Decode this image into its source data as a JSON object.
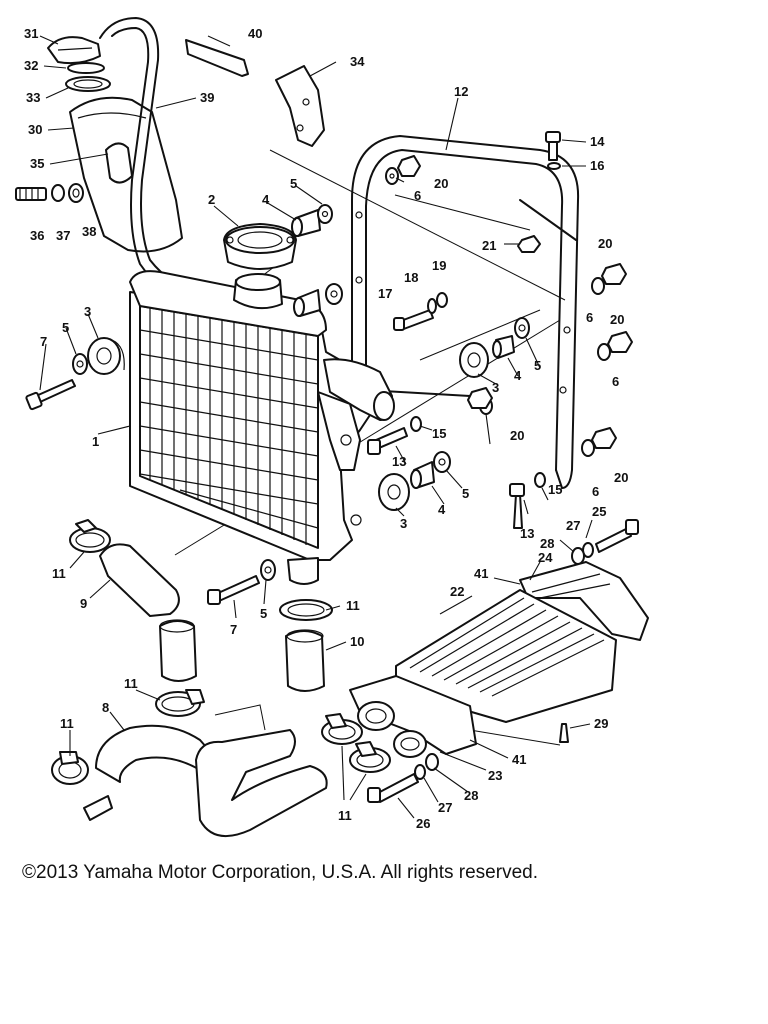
{
  "copyright": "©2013 Yamaha Motor Corporation, U.S.A. All rights reserved.",
  "callouts": [
    "31",
    "40",
    "32",
    "34",
    "33",
    "39",
    "30",
    "12",
    "35",
    "14",
    "16",
    "20",
    "6",
    "36",
    "37",
    "38",
    "2",
    "4",
    "5",
    "21",
    "20",
    "3",
    "19",
    "18",
    "17",
    "20",
    "6",
    "7",
    "5",
    "1",
    "3",
    "4",
    "5",
    "6",
    "20",
    "15",
    "13",
    "5",
    "4",
    "3",
    "20",
    "6",
    "15",
    "13",
    "27",
    "25",
    "28",
    "24",
    "11",
    "41",
    "9",
    "22",
    "7",
    "5",
    "11",
    "10",
    "11",
    "8",
    "29",
    "11",
    "41",
    "23",
    "28",
    "27",
    "11",
    "26"
  ]
}
